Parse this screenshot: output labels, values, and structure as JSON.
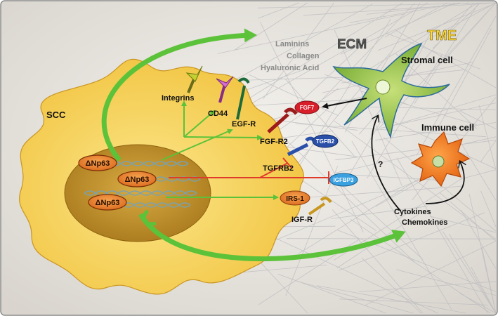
{
  "labels": {
    "tme": "TME",
    "ecm": "ECM",
    "laminins": "Laminins",
    "collagen": "Collagen",
    "hyaluronic_acid": "Hyaluronic Acid",
    "stromal_cell": "Stromal cell",
    "immune_cell": "Immune cell",
    "scc": "SCC",
    "integrins": "Integrins",
    "cd44": "CD44",
    "egf_r": "EGF-R",
    "fgf_r2": "FGF-R2",
    "fgf7": "FGF7",
    "tgfb2": "TGFB2",
    "tgfrb2": "TGFRB2",
    "igfbp3": "IGFBP3",
    "irs1": "IRS-1",
    "igf_r": "IGF-R",
    "cytokines": "Cytokines",
    "chemokines": "Chemokines",
    "question": "?",
    "np63_top": "ΔNp63",
    "np63_mid": "ΔNp63",
    "np63_bot": "ΔNp63"
  },
  "colors": {
    "background": "#e7e4df",
    "frame": "#8a8a8a",
    "cell": "#f6d35a",
    "nucleus": "#c99a2e",
    "np63_pill": "#e07a22",
    "activation_arrow": "#5cc23a",
    "inhibition": "#e03a2a",
    "tme_text": "#ffd83a",
    "stromal": "#8ec63f",
    "immune": "#f07a1e",
    "fgf7": "#d81e2a",
    "tgfb2": "#2a4fa8",
    "igfbp3": "#3aa0e0",
    "irs1": "#e07a22"
  }
}
